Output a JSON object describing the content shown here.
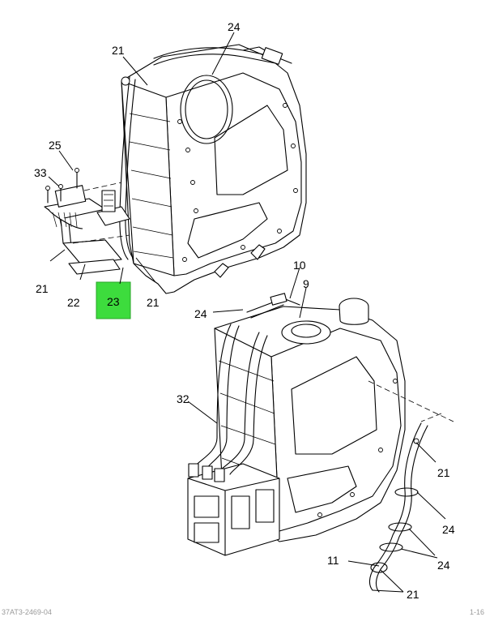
{
  "callouts": {
    "c21_top": "21",
    "c24_top": "24",
    "c25": "25",
    "c33": "33",
    "c21_left": "21",
    "c22": "22",
    "c23": "23",
    "c21_mid": "21",
    "c10": "10",
    "c9": "9",
    "c24_mid": "24",
    "c32": "32",
    "c21_right": "21",
    "c24_right1": "24",
    "c24_right2": "24",
    "c11": "11",
    "c21_bottom": "21"
  },
  "highlight_color": "#3ddc3d",
  "footer": {
    "left": "37AT3-2469-04",
    "right": "1-16"
  }
}
